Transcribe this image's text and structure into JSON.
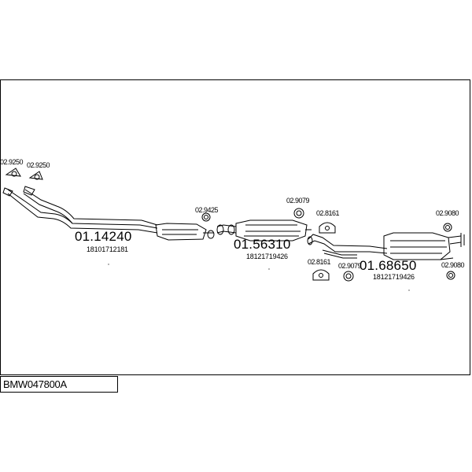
{
  "diagram": {
    "code": "BMW047800A",
    "parts": [
      {
        "number": "01.14240",
        "oem": "18101712181"
      },
      {
        "number": "01.56310",
        "oem": "18121719426"
      },
      {
        "number": "01.68650",
        "oem": "18121719426"
      }
    ],
    "accessories": [
      "02.9250",
      "02.9250",
      "02.9425",
      "02.9079",
      "02.8161",
      "02.8161",
      "02.9079",
      "02.9080",
      "02.9080"
    ]
  }
}
